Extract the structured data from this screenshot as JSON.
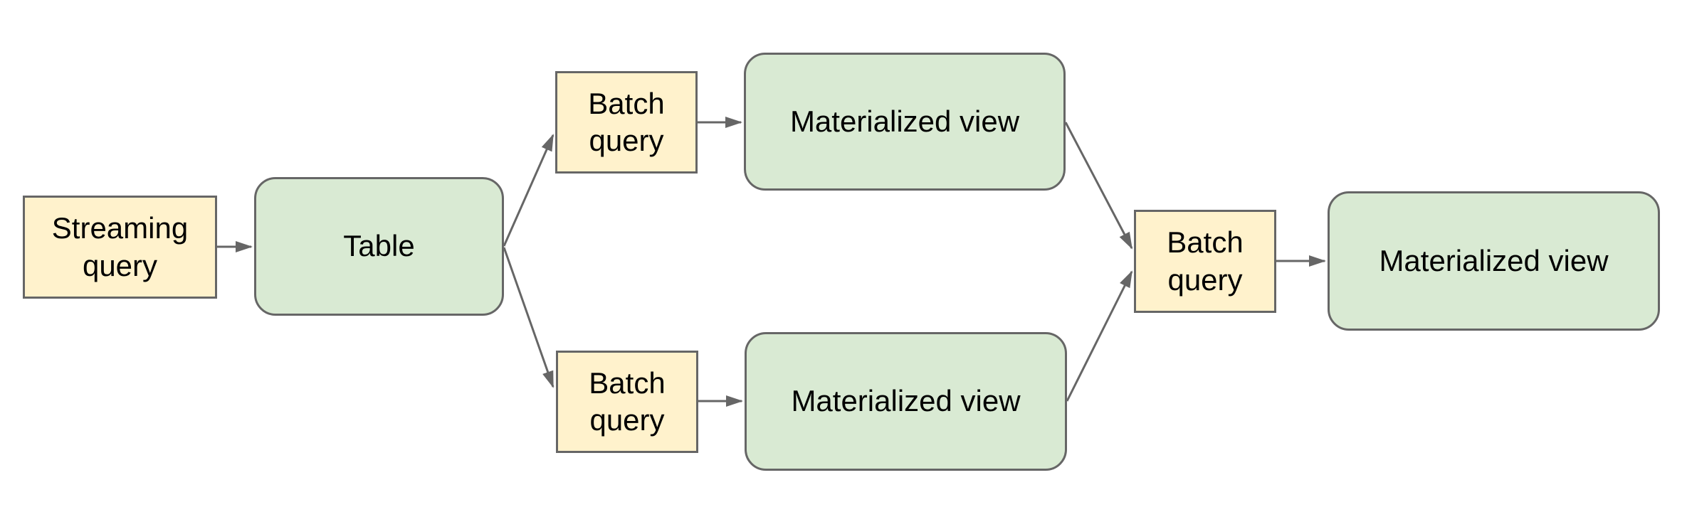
{
  "colors": {
    "background": "#ffffff",
    "query_node_fill": "#fff2cc",
    "storage_node_fill": "#d9ead3",
    "node_border": "#666666",
    "connector": "#666666",
    "label_text": "#000000"
  },
  "nodes": [
    {
      "id": "streaming-query",
      "label": "Streaming query",
      "kind": "query"
    },
    {
      "id": "table",
      "label": "Table",
      "kind": "storage"
    },
    {
      "id": "batch-query-top",
      "label": "Batch query",
      "kind": "query"
    },
    {
      "id": "materialized-view-top",
      "label": "Materialized view",
      "kind": "storage"
    },
    {
      "id": "batch-query-bottom",
      "label": "Batch query",
      "kind": "query"
    },
    {
      "id": "materialized-view-bottom",
      "label": "Materialized view",
      "kind": "storage"
    },
    {
      "id": "batch-query-final",
      "label": "Batch query",
      "kind": "query"
    },
    {
      "id": "materialized-view-final",
      "label": "Materialized view",
      "kind": "storage"
    }
  ],
  "edges": [
    {
      "from": "streaming-query",
      "to": "table"
    },
    {
      "from": "table",
      "to": "batch-query-top"
    },
    {
      "from": "table",
      "to": "batch-query-bottom"
    },
    {
      "from": "batch-query-top",
      "to": "materialized-view-top"
    },
    {
      "from": "batch-query-bottom",
      "to": "materialized-view-bottom"
    },
    {
      "from": "materialized-view-top",
      "to": "batch-query-final"
    },
    {
      "from": "materialized-view-bottom",
      "to": "batch-query-final"
    },
    {
      "from": "batch-query-final",
      "to": "materialized-view-final"
    }
  ]
}
